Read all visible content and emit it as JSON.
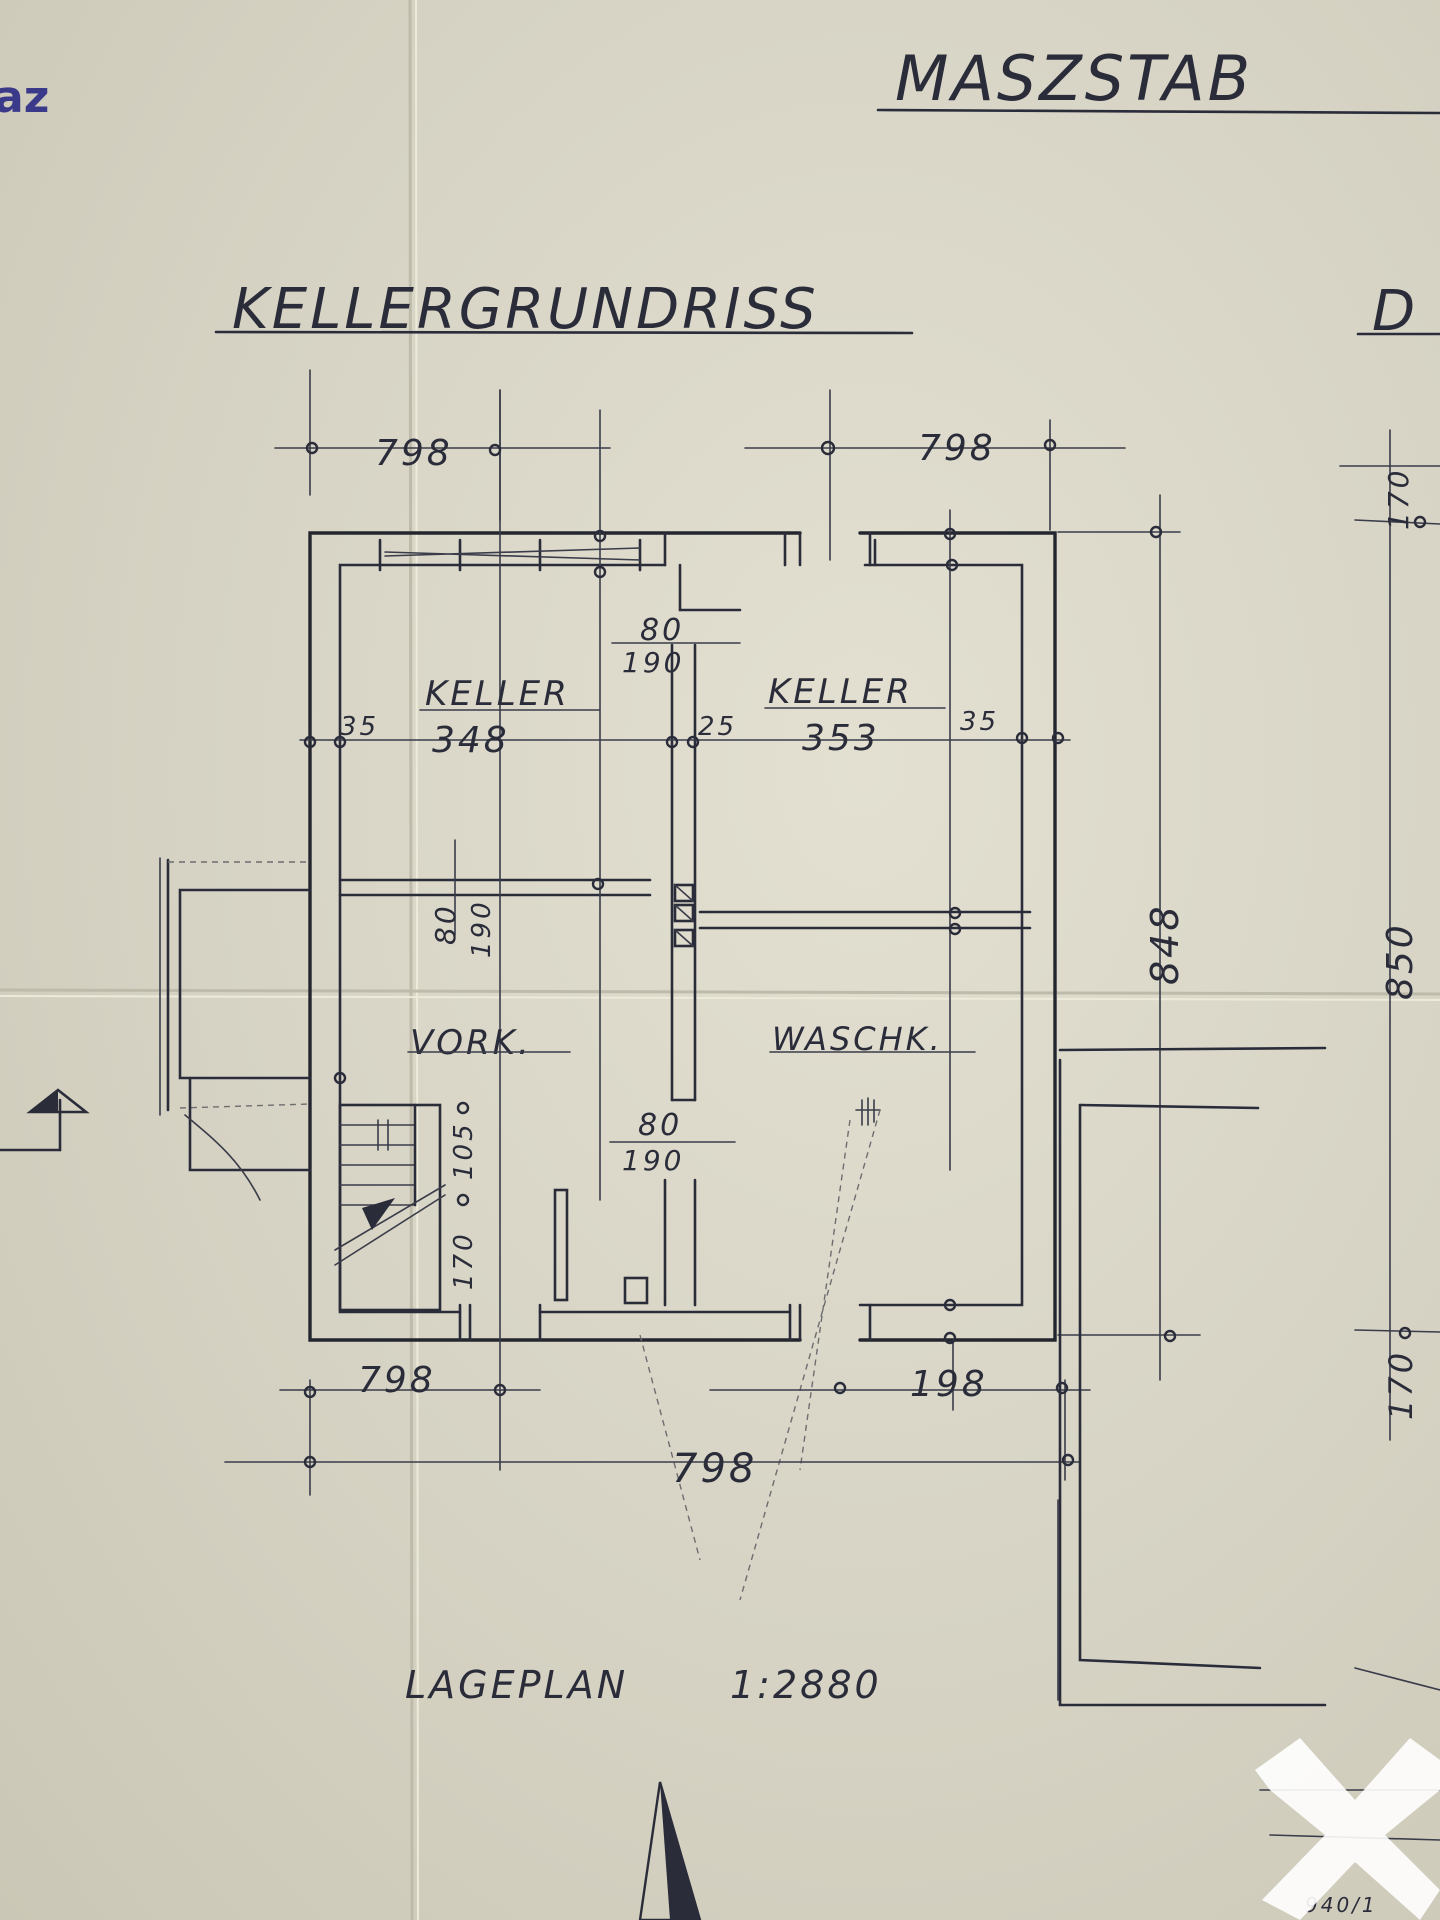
{
  "stamp_fragment": "az",
  "header": {
    "scale_label": "MASZSTAB"
  },
  "plan": {
    "title": "KELLERGRUNDRISS",
    "right_title_fragment": "D",
    "rooms": [
      {
        "label": "KELLER"
      },
      {
        "label": "KELLER"
      },
      {
        "label": "VORK."
      },
      {
        "label": "WASCHK."
      }
    ],
    "dimensions": {
      "top_left": "798",
      "top_right": "798",
      "door_top_w": "80",
      "door_top_h": "190",
      "wall_left": "35",
      "keller_left_width": "348",
      "wall_mid": "25",
      "keller_right_width": "353",
      "wall_right": "35",
      "door_mid_w": "80",
      "door_mid_h": "190",
      "door_low_w": "80",
      "door_low_h": "190",
      "stair_105": "105",
      "stair_170": "170",
      "height_848": "848",
      "bottom_left": "798",
      "bottom_right": "198",
      "total_width": "798",
      "right_170_top": "170",
      "right_850": "850",
      "right_170_bottom": "170"
    }
  },
  "site_plan": {
    "label": "LAGEPLAN",
    "scale": "1:2880"
  },
  "corner": {
    "fragment_text": "940/1"
  },
  "colors": {
    "paper": "#d9d6c8",
    "ink": "#2a2c3a",
    "stamp": "#3b3a8a",
    "watermark": "#ffffff"
  },
  "icons": [
    "north-arrow-icon",
    "north-arrow-partial-icon",
    "watermark-logo-icon"
  ]
}
